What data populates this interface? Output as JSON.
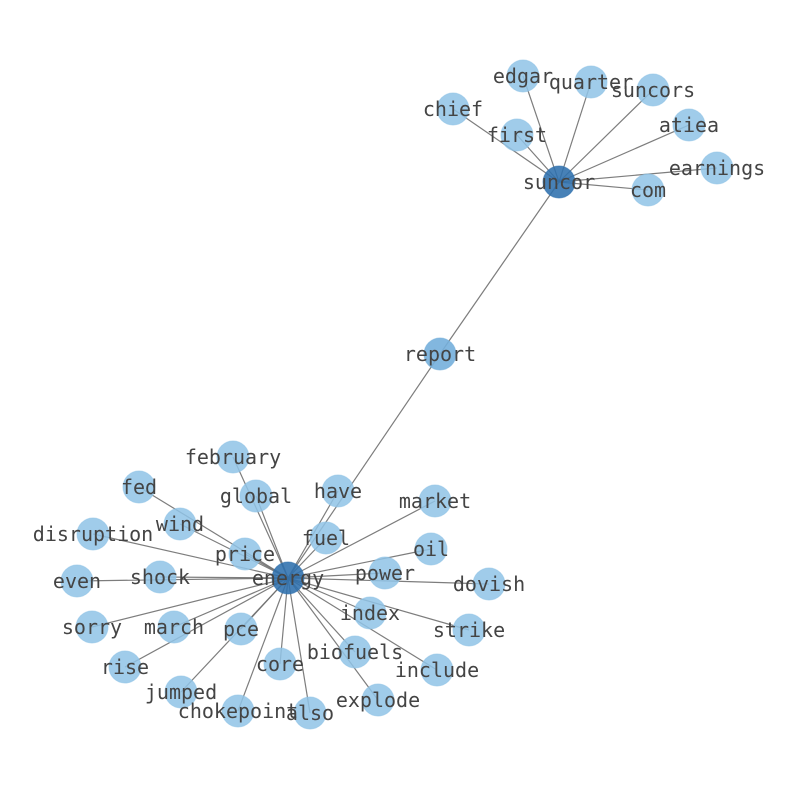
{
  "graph": {
    "colors": {
      "node": "#8fc3e6",
      "hub": "#2e6fad",
      "mid": "#74afdb",
      "edge": "#6f6f6f",
      "label": "#444444"
    },
    "nodes": [
      {
        "id": "energy",
        "role": "hub"
      },
      {
        "id": "suncor",
        "role": "hub"
      },
      {
        "id": "report",
        "role": "mid"
      },
      {
        "id": "edgar"
      },
      {
        "id": "quarter"
      },
      {
        "id": "suncors"
      },
      {
        "id": "chief"
      },
      {
        "id": "first"
      },
      {
        "id": "atiea"
      },
      {
        "id": "earnings"
      },
      {
        "id": "com"
      },
      {
        "id": "february"
      },
      {
        "id": "fed"
      },
      {
        "id": "global"
      },
      {
        "id": "have"
      },
      {
        "id": "market"
      },
      {
        "id": "disruption"
      },
      {
        "id": "wind"
      },
      {
        "id": "fuel"
      },
      {
        "id": "price"
      },
      {
        "id": "oil"
      },
      {
        "id": "even"
      },
      {
        "id": "shock"
      },
      {
        "id": "power"
      },
      {
        "id": "dovish"
      },
      {
        "id": "index"
      },
      {
        "id": "sorry"
      },
      {
        "id": "march"
      },
      {
        "id": "pce"
      },
      {
        "id": "strike"
      },
      {
        "id": "biofuels"
      },
      {
        "id": "rise"
      },
      {
        "id": "core"
      },
      {
        "id": "include"
      },
      {
        "id": "jumped"
      },
      {
        "id": "explode"
      },
      {
        "id": "chokepoint"
      },
      {
        "id": "also"
      }
    ],
    "edges": [
      [
        "suncor",
        "edgar"
      ],
      [
        "suncor",
        "quarter"
      ],
      [
        "suncor",
        "suncors"
      ],
      [
        "suncor",
        "chief"
      ],
      [
        "suncor",
        "first"
      ],
      [
        "suncor",
        "atiea"
      ],
      [
        "suncor",
        "earnings"
      ],
      [
        "suncor",
        "com"
      ],
      [
        "suncor",
        "report"
      ],
      [
        "report",
        "energy"
      ],
      [
        "energy",
        "february"
      ],
      [
        "energy",
        "fed"
      ],
      [
        "energy",
        "global"
      ],
      [
        "energy",
        "have"
      ],
      [
        "energy",
        "market"
      ],
      [
        "energy",
        "disruption"
      ],
      [
        "energy",
        "wind"
      ],
      [
        "energy",
        "fuel"
      ],
      [
        "energy",
        "price"
      ],
      [
        "energy",
        "oil"
      ],
      [
        "energy",
        "even"
      ],
      [
        "energy",
        "shock"
      ],
      [
        "energy",
        "power"
      ],
      [
        "energy",
        "dovish"
      ],
      [
        "energy",
        "index"
      ],
      [
        "energy",
        "sorry"
      ],
      [
        "energy",
        "march"
      ],
      [
        "energy",
        "pce"
      ],
      [
        "energy",
        "strike"
      ],
      [
        "energy",
        "biofuels"
      ],
      [
        "energy",
        "rise"
      ],
      [
        "energy",
        "core"
      ],
      [
        "energy",
        "include"
      ],
      [
        "energy",
        "jumped"
      ],
      [
        "energy",
        "explode"
      ],
      [
        "energy",
        "chokepoint"
      ],
      [
        "energy",
        "also"
      ]
    ]
  }
}
